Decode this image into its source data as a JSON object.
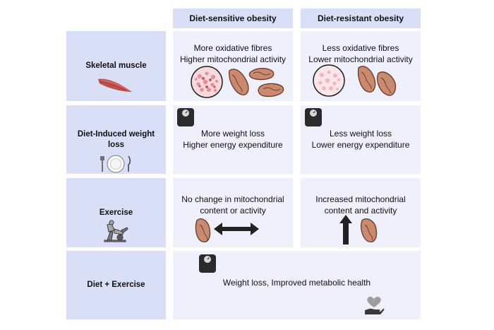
{
  "columns": {
    "sensitive": "Diet-sensitive obesity",
    "resistant": "Diet-resistant obesity"
  },
  "rows": {
    "skeletal": {
      "label": "Skeletal muscle",
      "sensitive": [
        "More oxidative fibres",
        "Higher mitochondrial activity"
      ],
      "resistant": [
        "Less oxidative fibres",
        "Lower mitochondrial activity"
      ]
    },
    "weightloss": {
      "label_lines": [
        "Diet-Induced weight",
        "loss"
      ],
      "sensitive": [
        "More weight loss",
        "Higher energy expenditure"
      ],
      "resistant": [
        "Less weight loss",
        "Lower energy expenditure"
      ]
    },
    "exercise": {
      "label": "Exercise",
      "sensitive": [
        "No change in mitochondrial",
        "content or activity"
      ],
      "resistant": [
        "Increased mitochondrial",
        "content and activity"
      ]
    },
    "combined": {
      "label": "Diet + Exercise",
      "text": "Weight loss, Improved metabolic health"
    }
  },
  "colors": {
    "header_bg": "#d9dff7",
    "cell_bg": "#eef1fb",
    "mitochondria": "#c98a6f",
    "muscle": "#c0504d"
  }
}
